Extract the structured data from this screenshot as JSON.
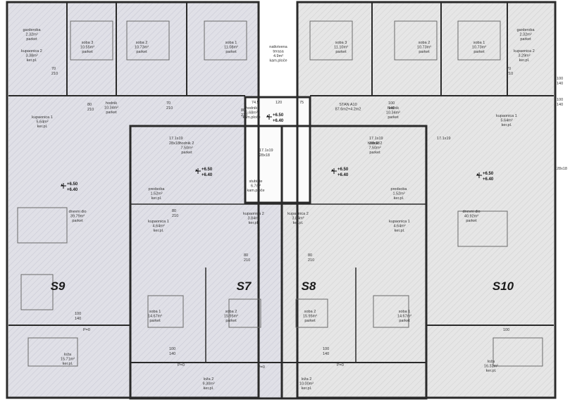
{
  "units": [
    {
      "name": "S9"
    },
    {
      "name": "S7"
    },
    {
      "name": "S8"
    },
    {
      "name": "S10"
    }
  ],
  "rooms": [
    {
      "lines": [
        "garderoba",
        "2.32m²",
        "parket"
      ]
    },
    {
      "lines": [
        "soba 3",
        "10.55m²",
        "parket"
      ]
    },
    {
      "lines": [
        "soba 2",
        "10.73m²",
        "parket"
      ]
    },
    {
      "lines": [
        "soba 1",
        "11.08m²",
        "parket"
      ]
    },
    {
      "lines": [
        "kupaonica 2",
        "3.38m²",
        "ker.pl."
      ]
    },
    {
      "lines": [
        "natkrivena",
        "terasa",
        "4.9m²",
        "kam.ploče"
      ]
    },
    {
      "lines": [
        "soba 3",
        "11.10m²",
        "parket"
      ]
    },
    {
      "lines": [
        "soba 2",
        "10.73m²",
        "parket"
      ]
    },
    {
      "lines": [
        "soba 1",
        "10.73m²",
        "parket"
      ]
    },
    {
      "lines": [
        "garderoba",
        "2.32m²",
        "parket"
      ]
    },
    {
      "lines": [
        "kupaonica 2",
        "3.29m²",
        "ker.pl."
      ]
    },
    {
      "lines": [
        "hodnik",
        "10.34m²",
        "parket"
      ]
    },
    {
      "lines": [
        "kupaonica 1",
        "5.64m²",
        "ker.pl."
      ]
    },
    {
      "lines": [
        "hodnik",
        "6.68m²",
        "kam.ploče"
      ]
    },
    {
      "lines": [
        "STAN A10",
        "87.6m2+4.2m2"
      ]
    },
    {
      "lines": [
        "hodnik",
        "10.34m²",
        "parket"
      ]
    },
    {
      "lines": [
        "kupaonica 1",
        "5.64m²",
        "ker.pl."
      ]
    },
    {
      "lines": [
        "hodnik 2",
        "7.50m²",
        "parket"
      ]
    },
    {
      "lines": [
        "hodnik 2",
        "7.50m²",
        "parket"
      ]
    },
    {
      "lines": [
        "stubište",
        "6.7m²",
        "kam.ploče"
      ]
    },
    {
      "lines": [
        "predsoba",
        "1.52m²",
        "ker.pl."
      ]
    },
    {
      "lines": [
        "predsoba",
        "1.52m²",
        "ker.pl."
      ]
    },
    {
      "lines": [
        "dnevni dio",
        "39.79m²",
        "parket"
      ]
    },
    {
      "lines": [
        "dnevni dio",
        "40.92m²",
        "parket"
      ]
    },
    {
      "lines": [
        "kupaonica 1",
        "4.64m²",
        "ker.pl."
      ]
    },
    {
      "lines": [
        "kupaonica 2",
        "3.84m²",
        "ker.pl."
      ]
    },
    {
      "lines": [
        "kupaonica 2",
        "3.84m²",
        "ker.pl."
      ]
    },
    {
      "lines": [
        "kupaonica 1",
        "4.64m²",
        "ker.pl."
      ]
    },
    {
      "lines": [
        "soba 1",
        "14.67m²",
        "parket"
      ]
    },
    {
      "lines": [
        "soba 2",
        "15.95m²",
        "parket"
      ]
    },
    {
      "lines": [
        "soba 2",
        "15.95m²",
        "parket"
      ]
    },
    {
      "lines": [
        "soba 1",
        "14.67m²",
        "parket"
      ]
    },
    {
      "lines": [
        "loža",
        "15.71m²",
        "ker.pl."
      ]
    },
    {
      "lines": [
        "loža 2",
        "9.30m²",
        "ker.pl."
      ]
    },
    {
      "lines": [
        "loža 2",
        "10.00m²",
        "ker.pl."
      ]
    },
    {
      "lines": [
        "loža",
        "16.32m²",
        "ker.pl."
      ]
    }
  ],
  "levels": [
    {
      "upper": "+6.50",
      "lower": "+6.40"
    },
    {
      "upper": "+6.50",
      "lower": "+6.40"
    },
    {
      "upper": "+6.50",
      "lower": "+6.40"
    },
    {
      "upper": "+6.50",
      "lower": "+6.40"
    },
    {
      "upper": "+6.50",
      "lower": "+6.40"
    }
  ],
  "dimensions": [
    "74.5",
    "120",
    "75",
    "80",
    "210",
    "70",
    "210",
    "70",
    "210",
    "70",
    "210",
    "100",
    "140",
    "100",
    "140",
    "100",
    "140",
    "28x18",
    "17.1x19",
    "28x18",
    "17.1x19",
    "28x18",
    "17.1x19",
    "28x18",
    "17.1x19",
    "P=0",
    "P=0",
    "P=0",
    "P=0",
    "80",
    "210",
    "80",
    "210",
    "80",
    "210",
    "80",
    "210",
    "100",
    "140",
    "100",
    "140",
    "100",
    "140",
    "100",
    "140"
  ]
}
